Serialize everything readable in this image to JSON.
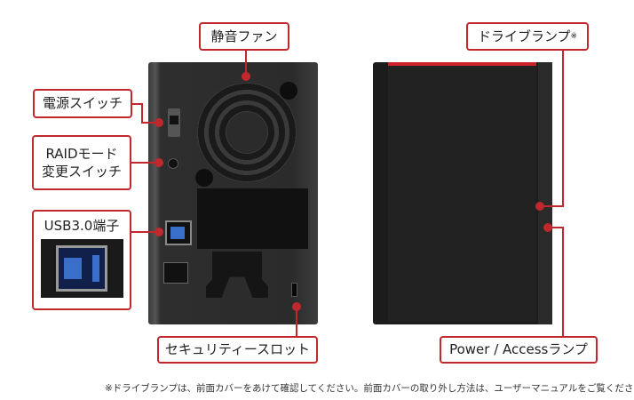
{
  "labels": {
    "fan": "静音ファン",
    "power_switch": "電源スイッチ",
    "raid_line1": "RAIDモード",
    "raid_line2": "変更スイッチ",
    "usb": "USB3.0端子",
    "security_slot": "セキュリティースロット",
    "drive_lamp": "ドライブランプ",
    "drive_lamp_mark": "※",
    "power_access_lamp": "Power / Accessランプ"
  },
  "footnote": "※ドライブランプは、前面カバーをあけて確認してください。前面カバーの取り外し方法は、ユーザーマニュアルをご覧ください。",
  "colors": {
    "accent": "#c0282d",
    "device": "#2b2b2b",
    "usb_blue": "#3a6fc9"
  }
}
